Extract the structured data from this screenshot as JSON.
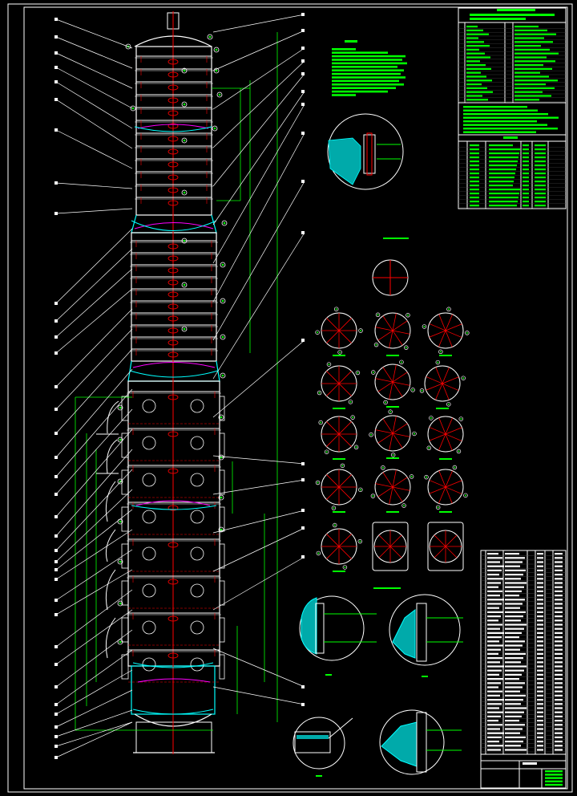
{
  "drawing": {
    "colors": {
      "background": "#000000",
      "line": "#ffffff",
      "centerline": "#ff0000",
      "dimension": "#00ff00",
      "section": "#00ffff",
      "hidden": "#ff00ff"
    },
    "views": {
      "column_elevation": "column-elevation",
      "nozzle_orientation_views": 16,
      "detail_circles": 6
    }
  }
}
